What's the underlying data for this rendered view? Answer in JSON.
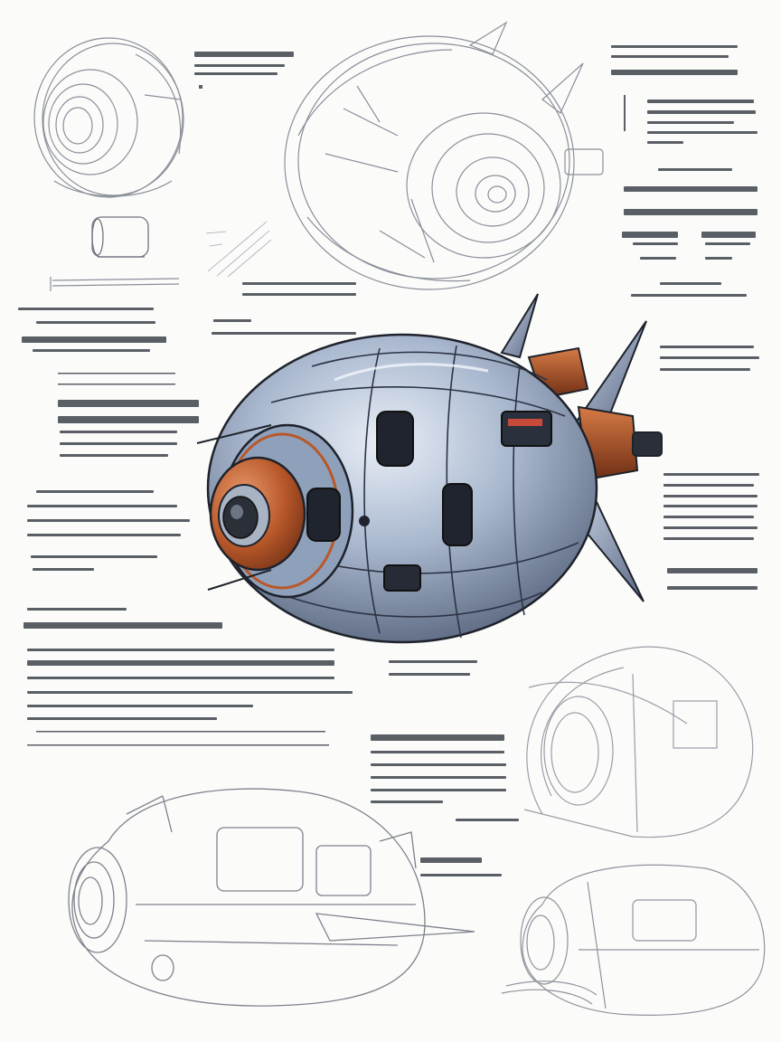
{
  "page": {
    "kind": "concept-art-sheet",
    "annotation_text_legible": false
  },
  "palette": {
    "paper": "#fbfbfa",
    "sketch_line": "#8a8f99",
    "ink": "#1e222b",
    "hull_steel": "#9fb0c8",
    "hull_shadow": "#4d5a72",
    "hull_light": "#dfe7f2",
    "engine_copper": "#b8582a",
    "copper_dark": "#6e2e14",
    "text_gray": "#5a5f66"
  },
  "illustrations": [
    {
      "id": "nose-ring-sketch",
      "style": "pencil"
    },
    {
      "id": "small-cylinder-part",
      "style": "pencil"
    },
    {
      "id": "hull-front-sketch",
      "style": "pencil"
    },
    {
      "id": "main-ship-render",
      "style": "colored-ink"
    },
    {
      "id": "rear-cutaway-sketch",
      "style": "pencil"
    },
    {
      "id": "lower-left-perspective",
      "style": "pencil"
    },
    {
      "id": "lower-right-perspective",
      "style": "pencil"
    }
  ],
  "annotation_blocks": [
    {
      "id": "top-left-note"
    },
    {
      "id": "top-right-note"
    },
    {
      "id": "right-upper-spec"
    },
    {
      "id": "mid-right-heading"
    },
    {
      "id": "left-mid-notes"
    },
    {
      "id": "left-lower-notes"
    },
    {
      "id": "right-mid-notes"
    },
    {
      "id": "bottom-left-paragraph"
    },
    {
      "id": "center-lower-paragraph"
    },
    {
      "id": "bottom-center-caption"
    }
  ]
}
